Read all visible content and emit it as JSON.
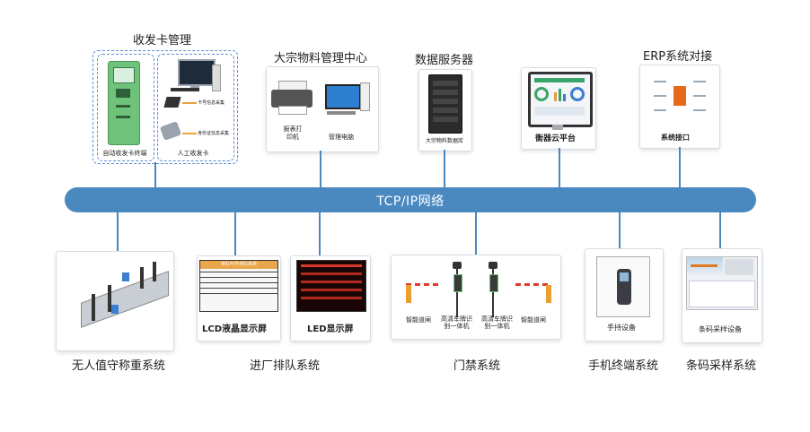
{
  "bus": {
    "label": "TCP/IP网络"
  },
  "top": {
    "card_mgmt": {
      "title": "收发卡管理",
      "auto_terminal": "自动收发卡终端",
      "manual": "人工收发卡",
      "reader1": "卡号信息采集",
      "reader2": "身份证信息采集"
    },
    "logistics": {
      "title": "大宗物料管理中心",
      "printer": "报表打\n印机",
      "pc": "管理电脑"
    },
    "server": {
      "title": "数据服务器",
      "db": "大宗物料数据库"
    },
    "cloud": {
      "title": "",
      "platform": "衡器云平台"
    },
    "erp": {
      "title": "ERP系统对接",
      "interface": "系统接口"
    }
  },
  "bottom": {
    "weighing": {
      "title": "无人值守称重系统"
    },
    "queue": {
      "title": "进厂排队系统",
      "lcd": "LCD液晶显示屏",
      "led": "LED显示屏",
      "lcd_header": "排队叫号排队系统"
    },
    "gate": {
      "title": "门禁系统",
      "gate_left": "智能道闸",
      "gate_right": "智能道闸",
      "cam1": "高清车牌识\n别一体机",
      "cam2": "高清车牌识\n别一体机"
    },
    "mobile": {
      "title": "手机终端系统",
      "device": "手持设备"
    },
    "barcode": {
      "title": "条码采样系统",
      "device": "条码采样设备"
    }
  },
  "colors": {
    "bus": "#4a88c0",
    "dash": "#5b8ed8",
    "kiosk": "#6fc27a"
  }
}
